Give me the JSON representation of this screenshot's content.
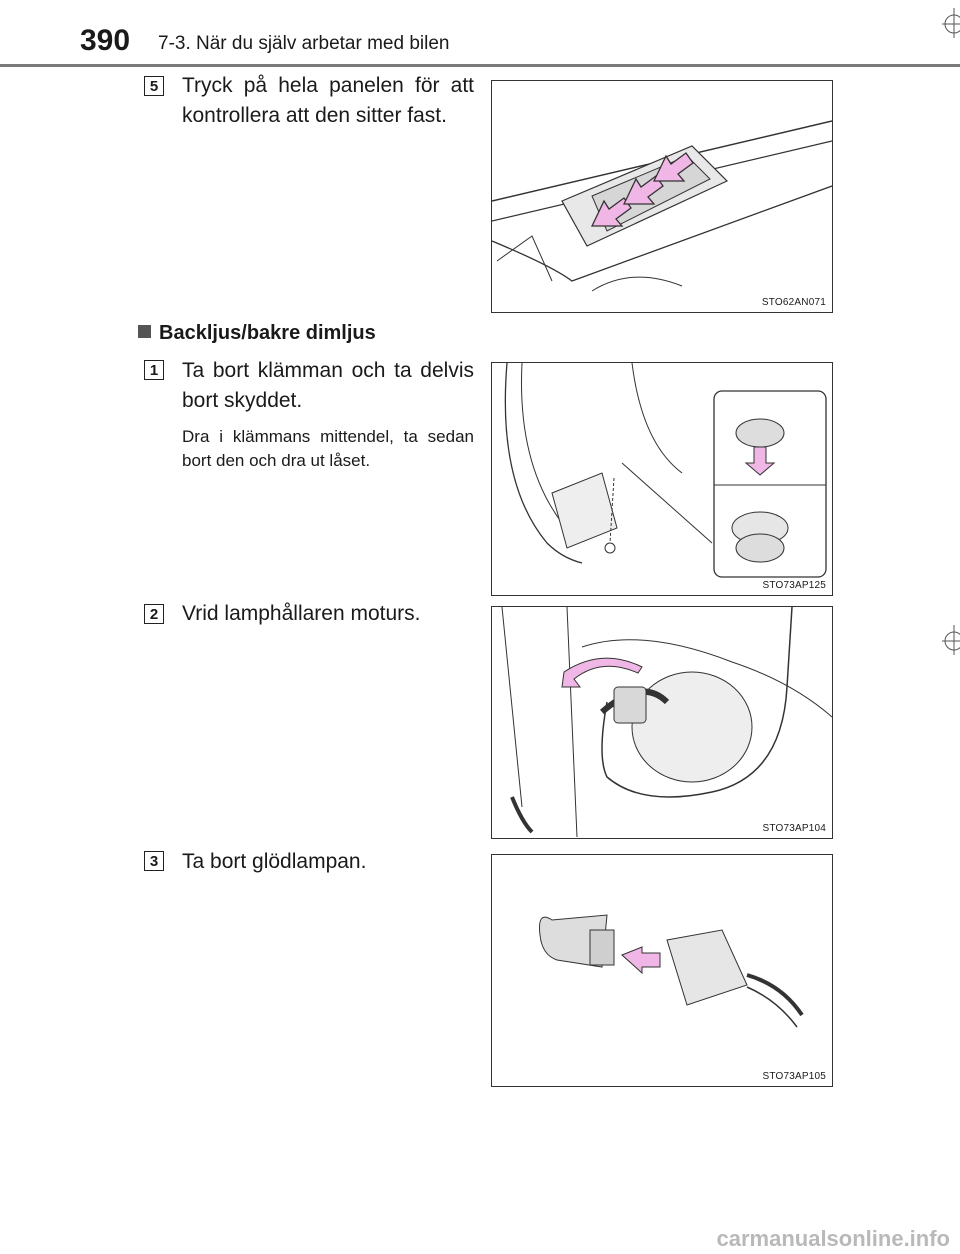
{
  "header": {
    "page_number": "390",
    "section_title": "7-3. När du själv arbetar med bilen"
  },
  "steps": {
    "step5": {
      "number": "5",
      "text": "Tryck på hela panelen för att kontrollera att den sitter fast.",
      "figure_code": "STO62AN071"
    },
    "heading": "Backljus/bakre dimljus",
    "step1": {
      "number": "1",
      "text": "Ta bort klämman och ta delvis bort skyddet.",
      "subtext": "Dra i klämmans mittendel, ta sedan bort den och dra ut låset.",
      "figure_code": "STO73AP125"
    },
    "step2": {
      "number": "2",
      "text": "Vrid lamphållaren moturs.",
      "figure_code": "STO73AP104"
    },
    "step3": {
      "number": "3",
      "text": "Ta bort glödlampan.",
      "figure_code": "STO73AP105"
    }
  },
  "footer": {
    "watermark": "carmanualsonline.info"
  },
  "colors": {
    "arrow_pink": "#f0b6e6",
    "rule_gray": "#7a7a7a"
  }
}
